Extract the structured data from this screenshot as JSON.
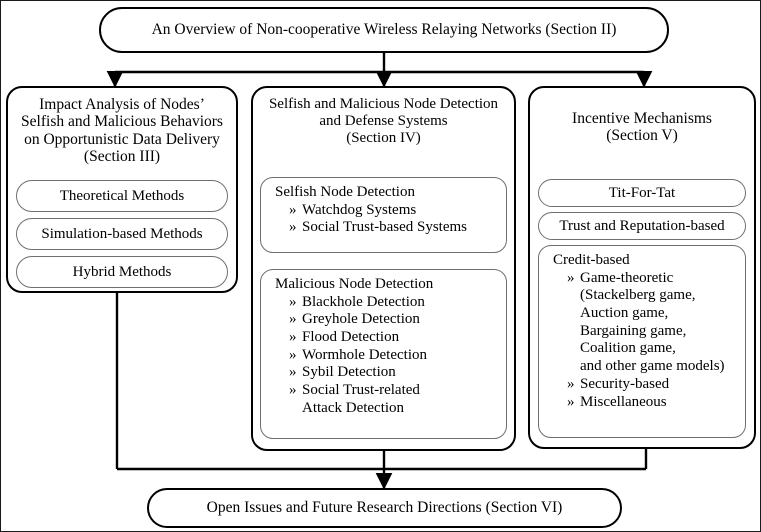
{
  "diagram": {
    "title_top": "An Overview of Non-cooperative Wireless Relaying Networks (Section II)",
    "title_bottom": "Open Issues and Future Research Directions (Section VI)",
    "columns": [
      {
        "id": "impact-analysis",
        "title_lines": [
          "Impact Analysis of Nodes’",
          "Selfish and Malicious Behaviors",
          "on Opportunistic Data Delivery",
          "(Section III)"
        ],
        "items": [
          {
            "type": "pill",
            "label": "Theoretical Methods"
          },
          {
            "type": "pill",
            "label": "Simulation-based Methods"
          },
          {
            "type": "pill",
            "label": "Hybrid Methods"
          }
        ]
      },
      {
        "id": "detection-defense",
        "title_lines": [
          "Selfish and Malicious Node Detection",
          "and Defense Systems",
          "(Section IV)"
        ],
        "items": [
          {
            "type": "block",
            "header": "Selfish Node Detection",
            "bullets": [
              {
                "mark": "»",
                "text": "Watchdog Systems"
              },
              {
                "mark": "»",
                "text": "Social Trust-based Systems"
              }
            ]
          },
          {
            "type": "block",
            "header": "Malicious Node Detection",
            "bullets": [
              {
                "mark": "»",
                "text": "Blackhole Detection"
              },
              {
                "mark": "»",
                "text": "Greyhole Detection"
              },
              {
                "mark": "»",
                "text": "Flood Detection"
              },
              {
                "mark": "»",
                "text": "Wormhole Detection"
              },
              {
                "mark": "»",
                "text": "Sybil Detection"
              },
              {
                "mark": "»",
                "text": "Social Trust-related"
              },
              {
                "mark": "",
                "text": "Attack Detection",
                "continuation": true
              }
            ]
          }
        ]
      },
      {
        "id": "incentive-mechanisms",
        "title_lines": [
          "Incentive Mechanisms",
          "(Section V)"
        ],
        "items": [
          {
            "type": "pill",
            "label": "Tit-For-Tat"
          },
          {
            "type": "pill",
            "label": "Trust and Reputation-based"
          },
          {
            "type": "block",
            "header": "Credit-based",
            "bullets": [
              {
                "mark": "»",
                "text": "Game-theoretic"
              },
              {
                "mark": "",
                "text": "(Stackelberg game,",
                "continuation": true
              },
              {
                "mark": "",
                "text": "Auction game,",
                "continuation": true
              },
              {
                "mark": "",
                "text": "Bargaining game,",
                "continuation": true
              },
              {
                "mark": "",
                "text": "Coalition game,",
                "continuation": true
              },
              {
                "mark": "",
                "text": "and other game models)",
                "continuation": true
              },
              {
                "mark": "»",
                "text": "Security-based"
              },
              {
                "mark": "»",
                "text": "Miscellaneous"
              }
            ]
          }
        ]
      }
    ],
    "colors": {
      "stroke": "#000000",
      "subbox_stroke": "#6f6f6f",
      "background": "#ffffff",
      "text": "#000000"
    }
  }
}
